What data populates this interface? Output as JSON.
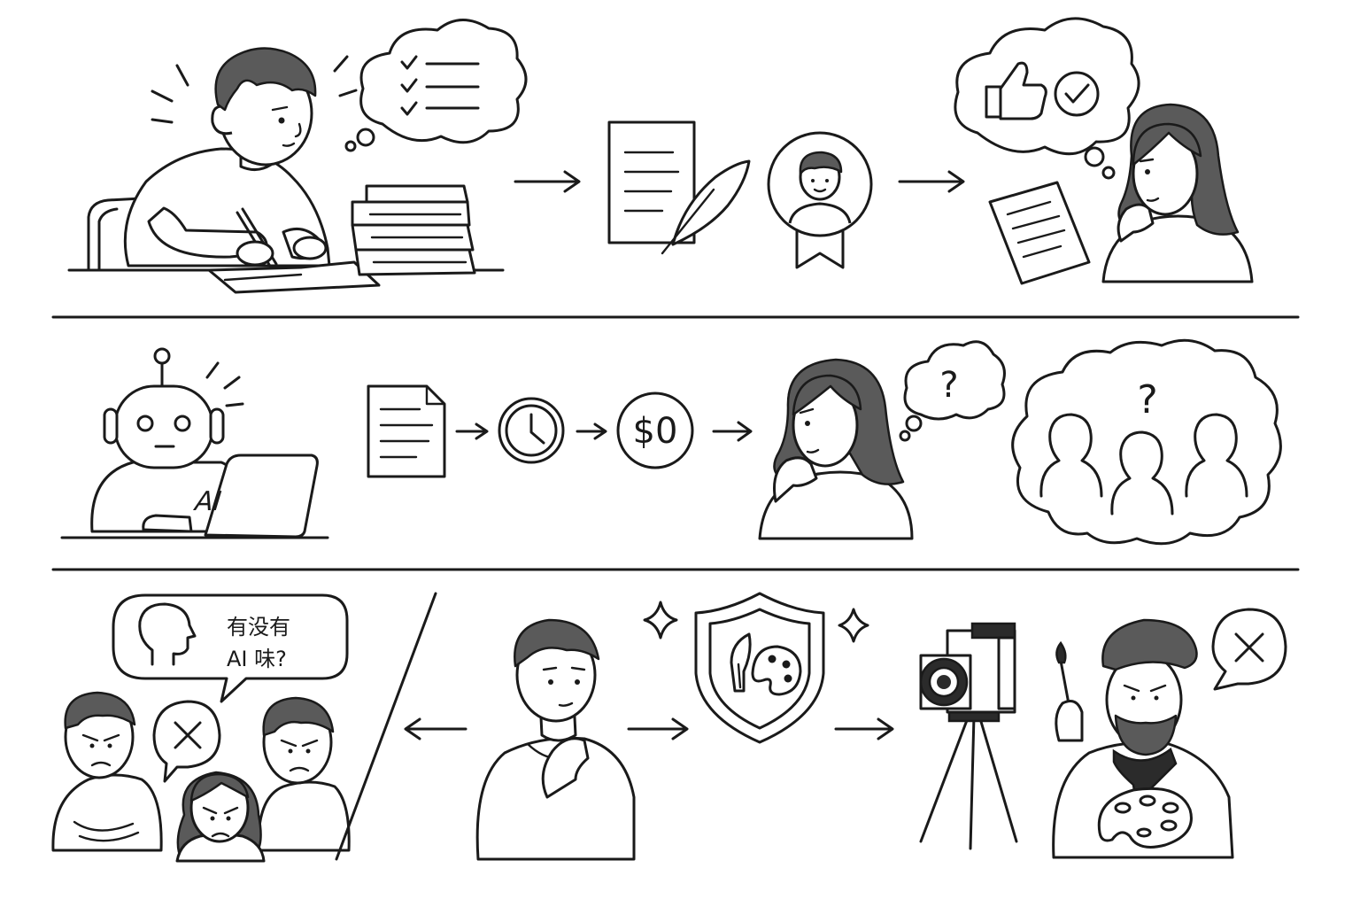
{
  "row2": {
    "laptop_text": "AI",
    "cost_text": "$0",
    "question_mark_small": "?",
    "question_mark_large": "?"
  },
  "row3": {
    "speech_bubble_line1": "有没有",
    "speech_bubble_line2": "AI 味?"
  },
  "icons": [
    "checklist-icon",
    "document-icon",
    "quill-icon",
    "author-badge-icon",
    "thumbs-up-icon",
    "check-circle-icon",
    "clock-icon",
    "dollar-coin-icon",
    "audience-icon",
    "head-profile-icon",
    "close-circle-icon",
    "shield-art-icon",
    "sparkle-icon",
    "camera-icon",
    "paintbrush-icon",
    "palette-icon"
  ],
  "colors": {
    "ink": "#1a1a1a",
    "hair": "#5a5a5a",
    "paper": "#ffffff"
  }
}
